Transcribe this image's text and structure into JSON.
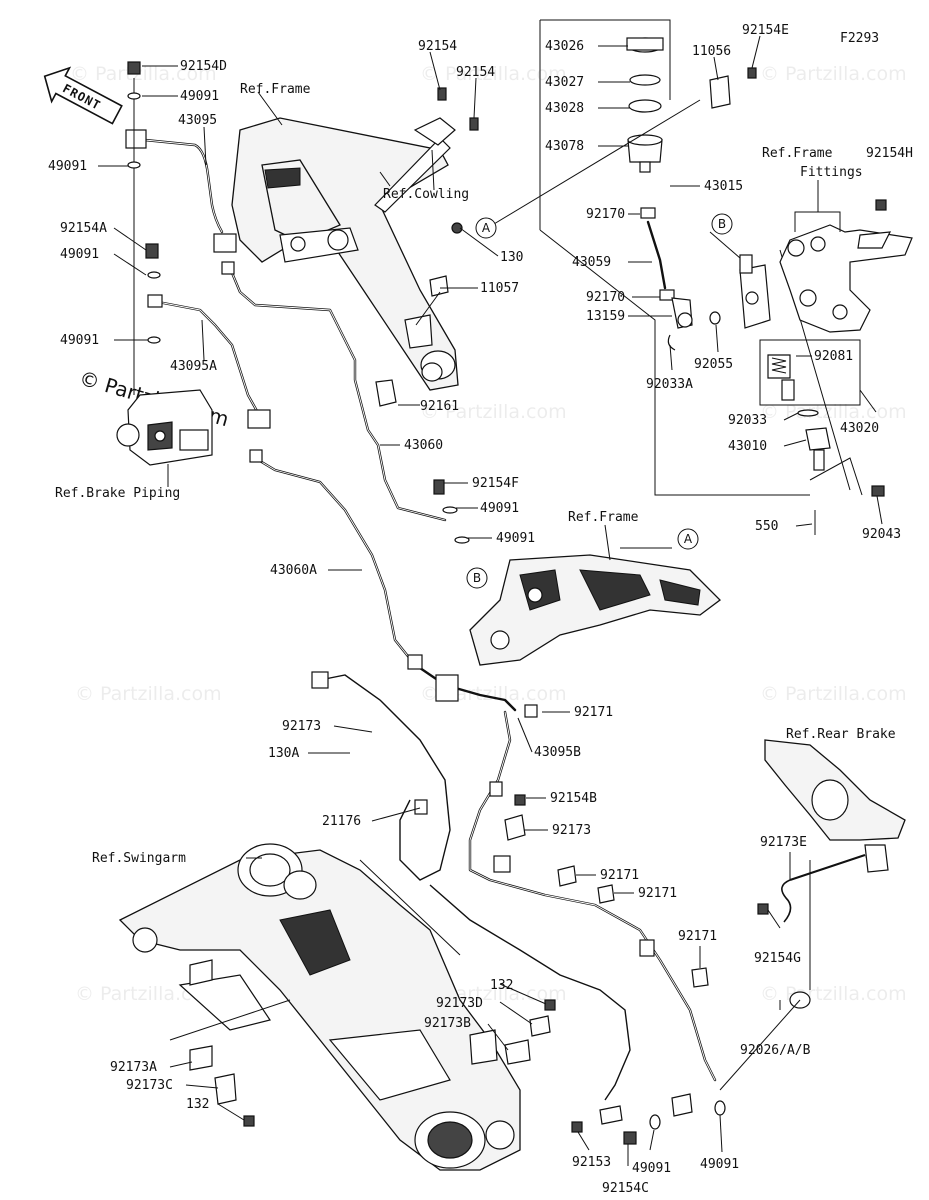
{
  "figure_id": "F2293",
  "direction_label": "FRONT",
  "watermark": "© Partzilla.com",
  "watermark_small": "© Partzilla.com",
  "callouts": {
    "A": "A",
    "B": "B"
  },
  "refs": {
    "frame_top": "Ref.Frame",
    "cowling": "Ref.Cowling",
    "frame_fittings_1": "Ref.Frame",
    "frame_fittings_2": "Fittings",
    "brake_piping": "Ref.Brake Piping",
    "frame_mid": "Ref.Frame",
    "rear_brake": "Ref.Rear Brake",
    "swingarm": "Ref.Swingarm"
  },
  "parts": [
    "92154D",
    "49091",
    "43095",
    "49091",
    "92154A",
    "49091",
    "49091",
    "43095A",
    "92154",
    "92154",
    "130",
    "11057",
    "92161",
    "43060",
    "92154F",
    "49091",
    "49091",
    "43060A",
    "43026",
    "43027",
    "43028",
    "43078",
    "11056",
    "92154E",
    "43015",
    "92170",
    "43059",
    "92170",
    "13159",
    "92055",
    "92033A",
    "92154H",
    "92081",
    "92033",
    "43020",
    "43010",
    "550",
    "92043",
    "92173",
    "130A",
    "92171",
    "43095B",
    "21176",
    "92154B",
    "92173",
    "92171",
    "92171",
    "92173E",
    "92154G",
    "92171",
    "132",
    "92173D",
    "92173B",
    "92026/A/B",
    "92173A",
    "92173C",
    "132",
    "92153",
    "92154C",
    "49091",
    "49091"
  ]
}
